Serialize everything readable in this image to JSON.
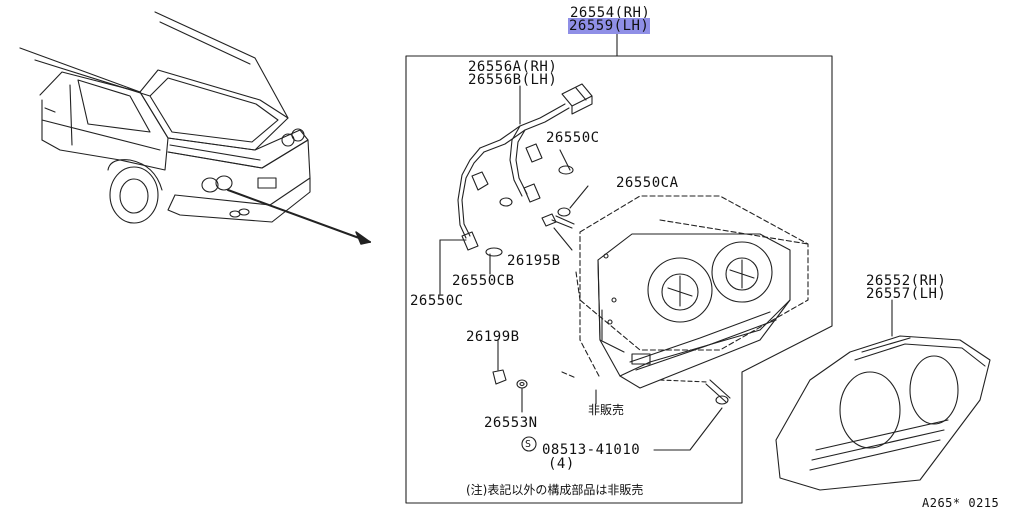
{
  "parts": {
    "assembly_rh": "26554(RH)",
    "assembly_lh": "26559(LH)",
    "harness_rh": "26556A(RH)",
    "harness_lh": "26556B(LH)",
    "bulb_c_top": "26550C",
    "bulb_ca": "26550CA",
    "screw": "26195B",
    "bulb_cb": "26550CB",
    "bulb_c_left": "26550C",
    "nut": "26199B",
    "washer": "26553N",
    "bolt": "08513-41010",
    "bolt_qty": "(4)",
    "not_sold": "非販売",
    "lens_rh": "26552(RH)",
    "lens_lh": "26557(LH)"
  },
  "symbols": {
    "standard_part": "S"
  },
  "footer": {
    "note": "(注)表記以外の構成部品は非販売",
    "ref": "A265* 0215"
  }
}
